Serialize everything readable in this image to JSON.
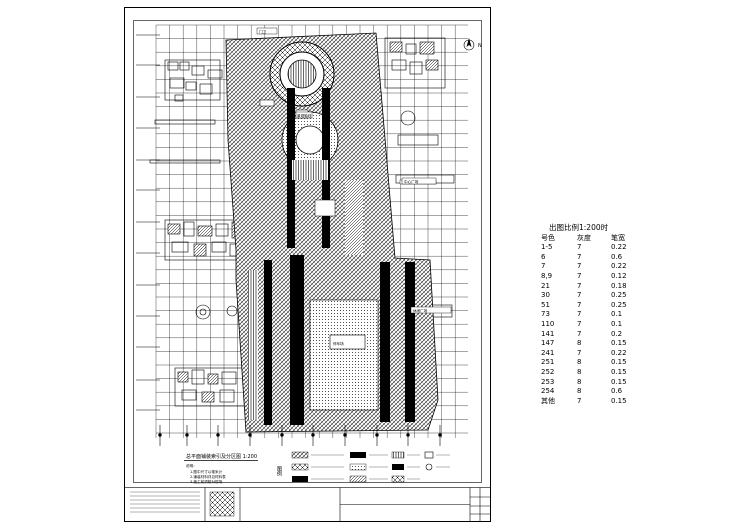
{
  "drawing": {
    "north_label": "N",
    "plan_caption": "总平面铺装索引及分区图 1:200",
    "note_lines": [
      "说明：",
      "1.图中尺寸以毫米计",
      "2.铺装材料详见材料表",
      "3.施工前须核对现场"
    ],
    "legend_title": "图例",
    "tags": {
      "a": "门卫",
      "b": "景观轴线",
      "c": "中心广场",
      "d": "休闲广场",
      "e": "停车场"
    }
  },
  "pen_table": {
    "title": "出图比例1:200时",
    "headers": [
      "号色",
      "灰度",
      "笔宽"
    ],
    "rows": [
      [
        "1-5",
        "7",
        "0.22"
      ],
      [
        "6",
        "7",
        "0.6"
      ],
      [
        "7",
        "7",
        "0.22"
      ],
      [
        "8,9",
        "7",
        "0.12"
      ],
      [
        "21",
        "7",
        "0.18"
      ],
      [
        "30",
        "7",
        "0.25"
      ],
      [
        "51",
        "7",
        "0.25"
      ],
      [
        "73",
        "7",
        "0.1"
      ],
      [
        "110",
        "7",
        "0.1"
      ],
      [
        "141",
        "7",
        "0.2"
      ],
      [
        "147",
        "8",
        "0.15"
      ],
      [
        "241",
        "7",
        "0.22"
      ],
      [
        "251",
        "8",
        "0.15"
      ],
      [
        "252",
        "8",
        "0.15"
      ],
      [
        "253",
        "8",
        "0.15"
      ],
      [
        "254",
        "8",
        "0.6"
      ],
      [
        "其他",
        "7",
        "0.15"
      ]
    ]
  },
  "colors": {
    "ink": "#000000",
    "paper": "#ffffff",
    "gray": "#9a9a9a"
  }
}
